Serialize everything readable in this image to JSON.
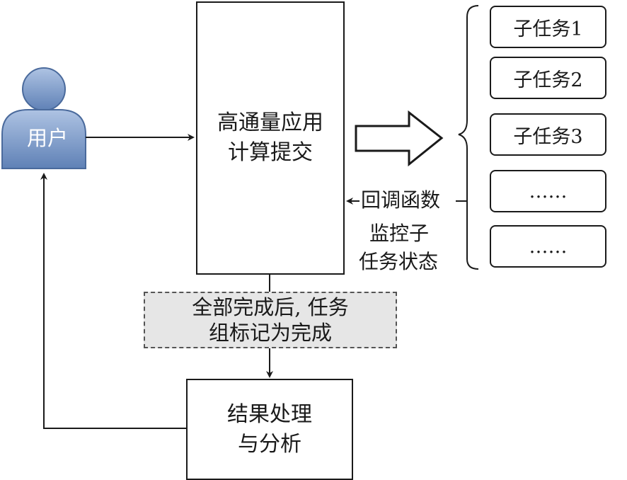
{
  "user": {
    "label": "用户"
  },
  "main": {
    "lines": [
      "高通量应用",
      "计算提交"
    ]
  },
  "subtasks": [
    "子任务1",
    "子任务2",
    "子任务3",
    "……",
    "……"
  ],
  "callback": {
    "line1": "回调函数",
    "line2": "监控子",
    "line3": "任务状态"
  },
  "note": {
    "lines": [
      "全部完成后, 任务",
      "组标记为完成"
    ]
  },
  "result": {
    "lines": [
      "结果处理",
      "与分析"
    ]
  },
  "colors": {
    "user_fill": "#6f8fbf",
    "user_stroke": "#4a6a9c",
    "note_fill": "#e6e6e6"
  }
}
